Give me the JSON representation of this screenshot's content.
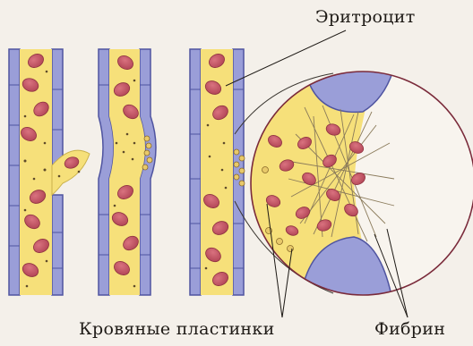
{
  "labels": {
    "erythrocyte": "Эритроцит",
    "platelets": "Кровяные пластинки",
    "fibrin": "Фибрин"
  },
  "colors": {
    "background": "#f4f0ea",
    "vessel_wall": "#9a9ed8",
    "plasma": "#f6e07a",
    "erythrocyte": "#c85a6a",
    "platelet": "#e8c96a",
    "fibrin": "#8a7a5a"
  }
}
